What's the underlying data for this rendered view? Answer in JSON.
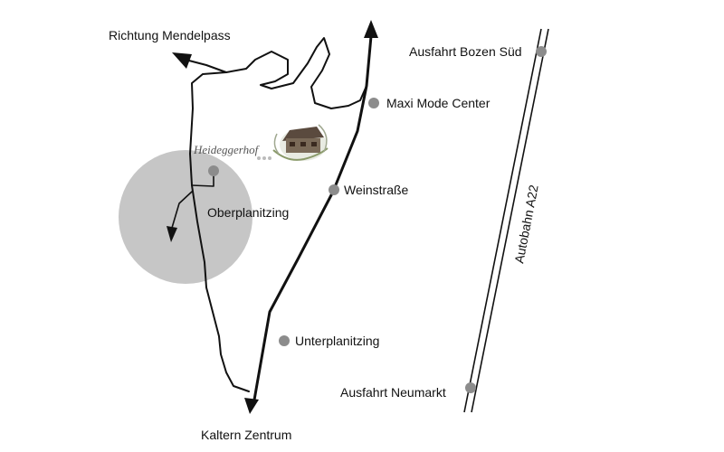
{
  "labels": {
    "mendelpass": "Richtung Mendelpass",
    "bozen_sued": "Ausfahrt Bozen Süd",
    "maxi_mode": "Maxi Mode Center",
    "heidegger": "Heideggerhof",
    "weinstrasse": "Weinstraße",
    "oberplanitzing": "Oberplanitzing",
    "autobahn": "Autobahn A22",
    "unterplanitzing": "Unterplanitzing",
    "neumarkt": "Ausfahrt Neumarkt",
    "kaltern": "Kaltern Zentrum"
  },
  "colors": {
    "road": "#111111",
    "marker": "#8c8c8c",
    "area": "#c6c6c6"
  }
}
